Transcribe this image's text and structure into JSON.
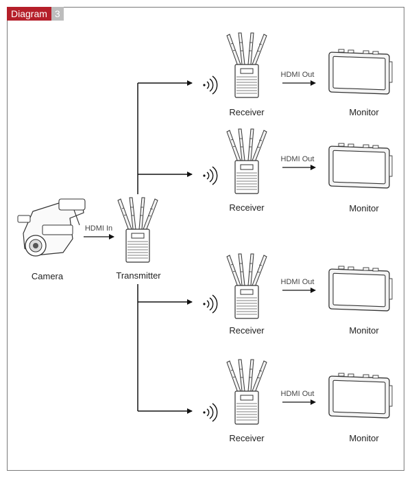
{
  "header": {
    "label": "Diagram",
    "number": "3"
  },
  "camera": {
    "label": "Camera"
  },
  "transmitter": {
    "label": "Transmitter",
    "input_label": "HDMI In"
  },
  "receivers": [
    {
      "label": "Receiver",
      "output_label": "HDMI Out",
      "monitor_label": "Monitor"
    },
    {
      "label": "Receiver",
      "output_label": "HDMI Out",
      "monitor_label": "Monitor"
    },
    {
      "label": "Receiver",
      "output_label": "HDMI Out",
      "monitor_label": "Monitor"
    },
    {
      "label": "Receiver",
      "output_label": "HDMI Out",
      "monitor_label": "Monitor"
    }
  ]
}
